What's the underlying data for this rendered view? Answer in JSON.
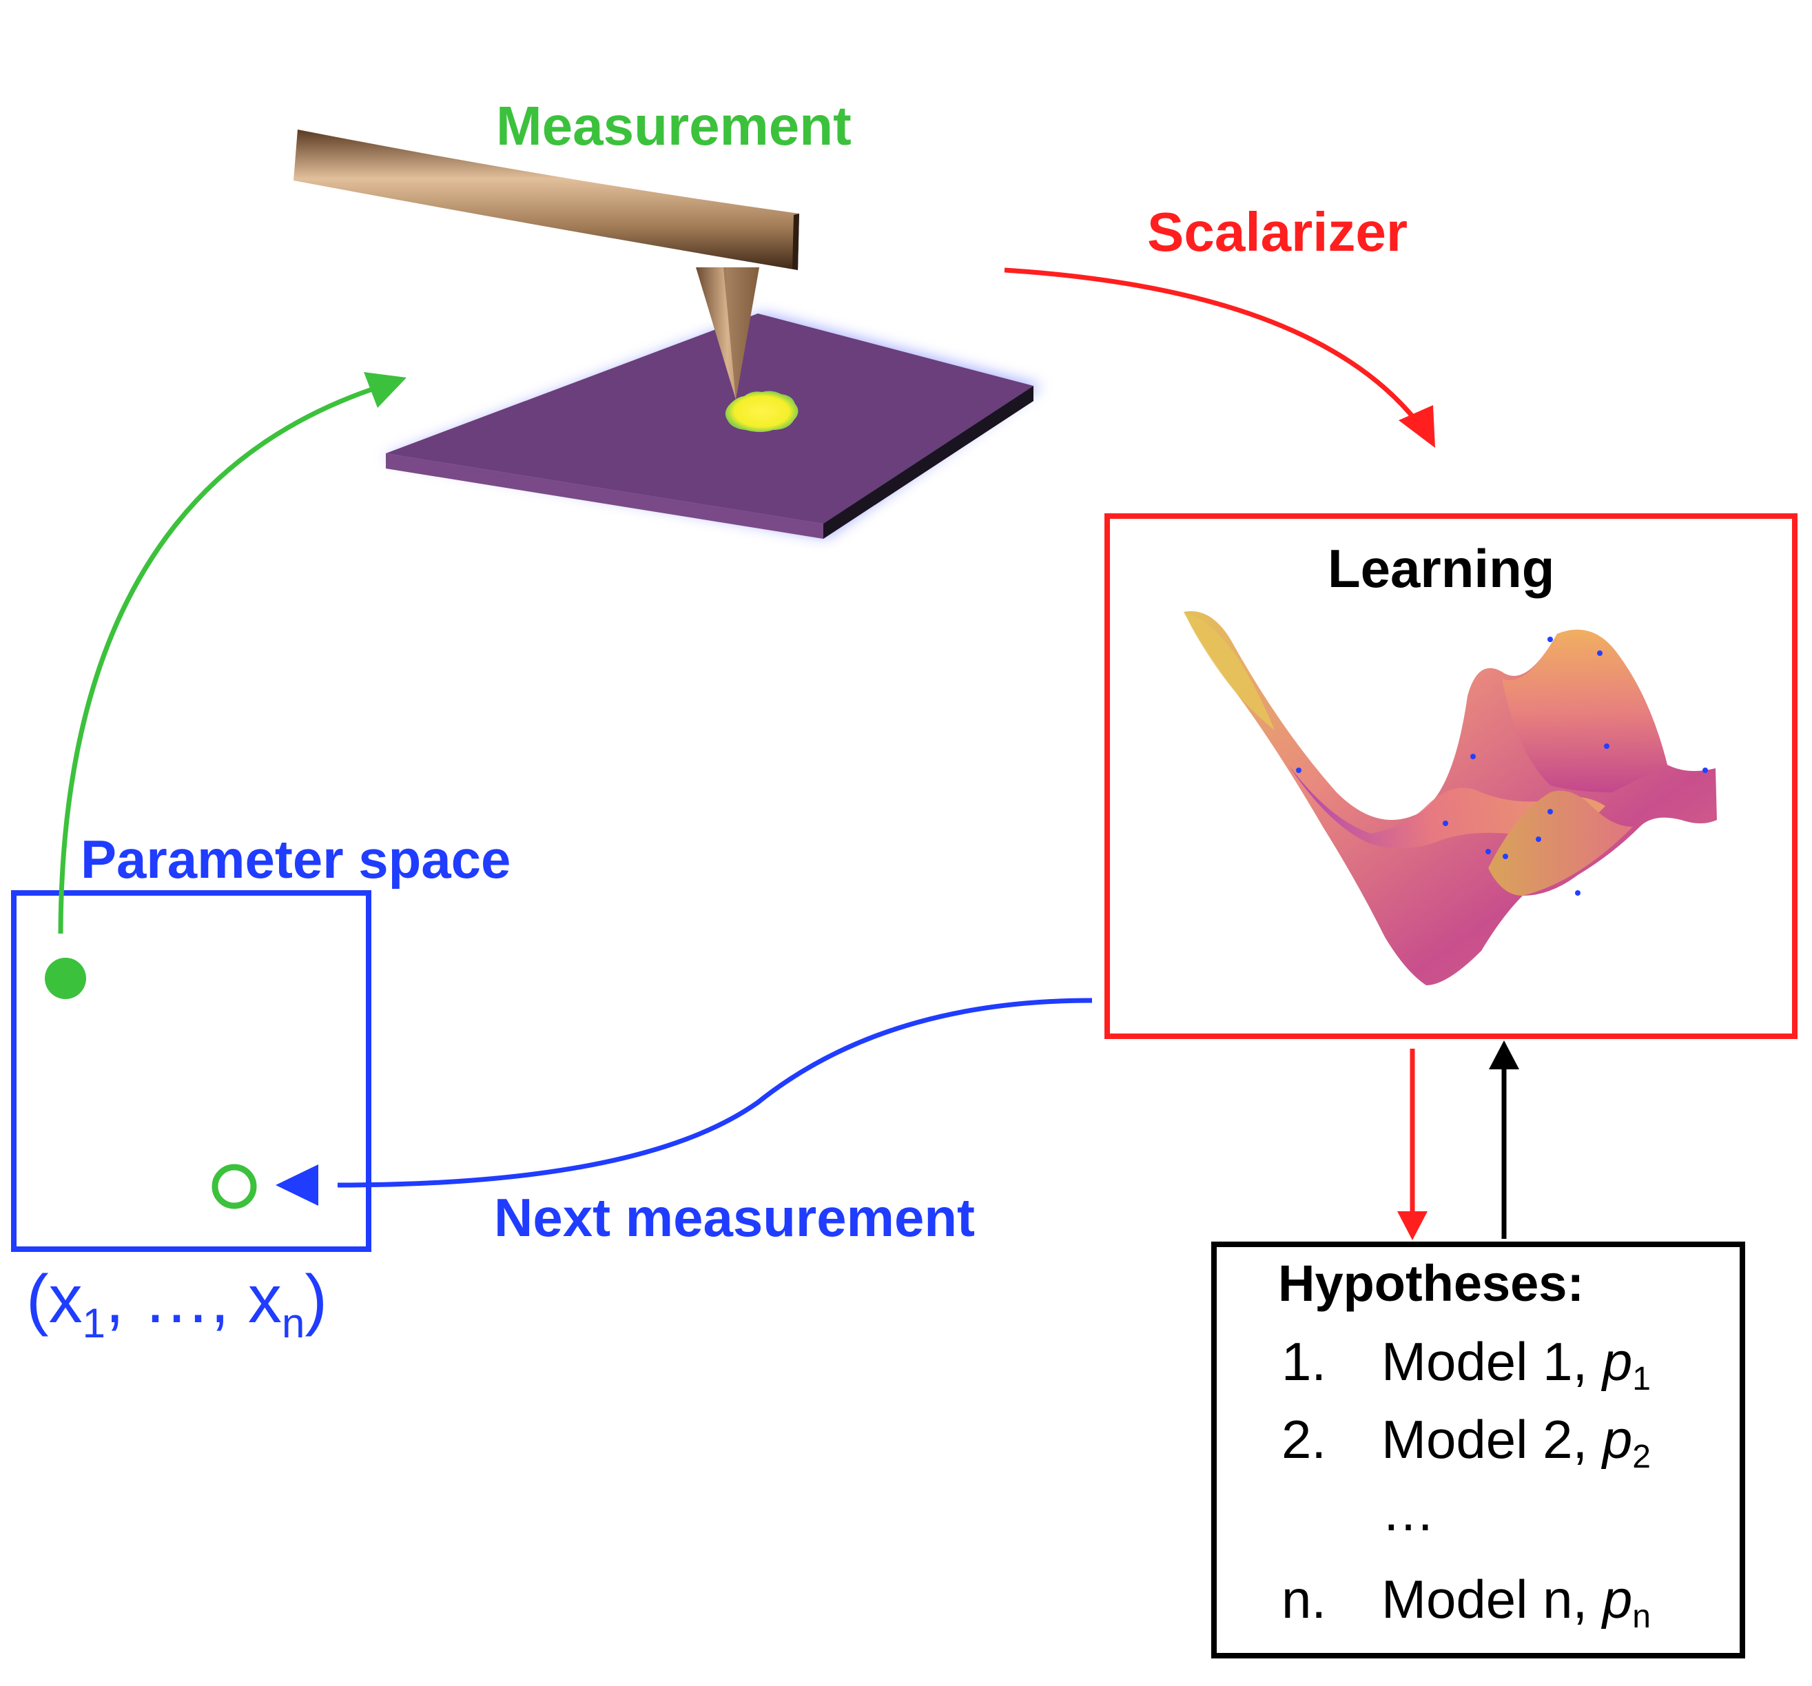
{
  "labels": {
    "measurement": "Measurement",
    "scalarizer": "Scalarizer",
    "learning": "Learning",
    "parameter_space": "Parameter space",
    "next_measurement": "Next measurement"
  },
  "coordinates": {
    "open": "(x",
    "sub1": "1",
    "middle": ", …, x",
    "subn": "n",
    "close": ")"
  },
  "hypotheses": {
    "title": "Hypotheses:",
    "items": [
      {
        "num": "1.",
        "model": "Model 1, ",
        "p": "p",
        "sub": "1"
      },
      {
        "num": "2.",
        "model": "Model 2, ",
        "p": "p",
        "sub": "2"
      },
      {
        "num": "",
        "model": "…",
        "p": "",
        "sub": ""
      },
      {
        "num": "n.",
        "model": "Model n, ",
        "p": "p",
        "sub": "n"
      }
    ]
  },
  "colors": {
    "green": "#3cc13c",
    "red": "#ff1f1f",
    "blue": "#1f3cff",
    "black": "#000000"
  }
}
